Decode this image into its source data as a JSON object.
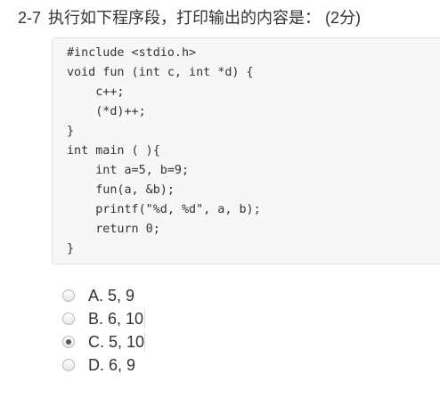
{
  "question": {
    "number": "2-7",
    "prompt": "执行如下程序段，打印输出的内容是：",
    "points": "(2分)"
  },
  "code": {
    "lines": [
      "#include <stdio.h>",
      "void fun (int c, int *d) {",
      "    c++;",
      "    (*d)++;",
      "}",
      "int main ( ){",
      "    int a=5, b=9;",
      "    fun(a, &b);",
      "    printf(\"%d, %d\", a, b);",
      "    return 0;",
      "}"
    ]
  },
  "options": [
    {
      "letter": "A.",
      "text": "5, 9",
      "selected": false
    },
    {
      "letter": "B.",
      "text": "6, 10",
      "selected": false
    },
    {
      "letter": "C.",
      "text": "5, 10",
      "selected": true
    },
    {
      "letter": "D.",
      "text": "6, 9",
      "selected": false
    }
  ]
}
